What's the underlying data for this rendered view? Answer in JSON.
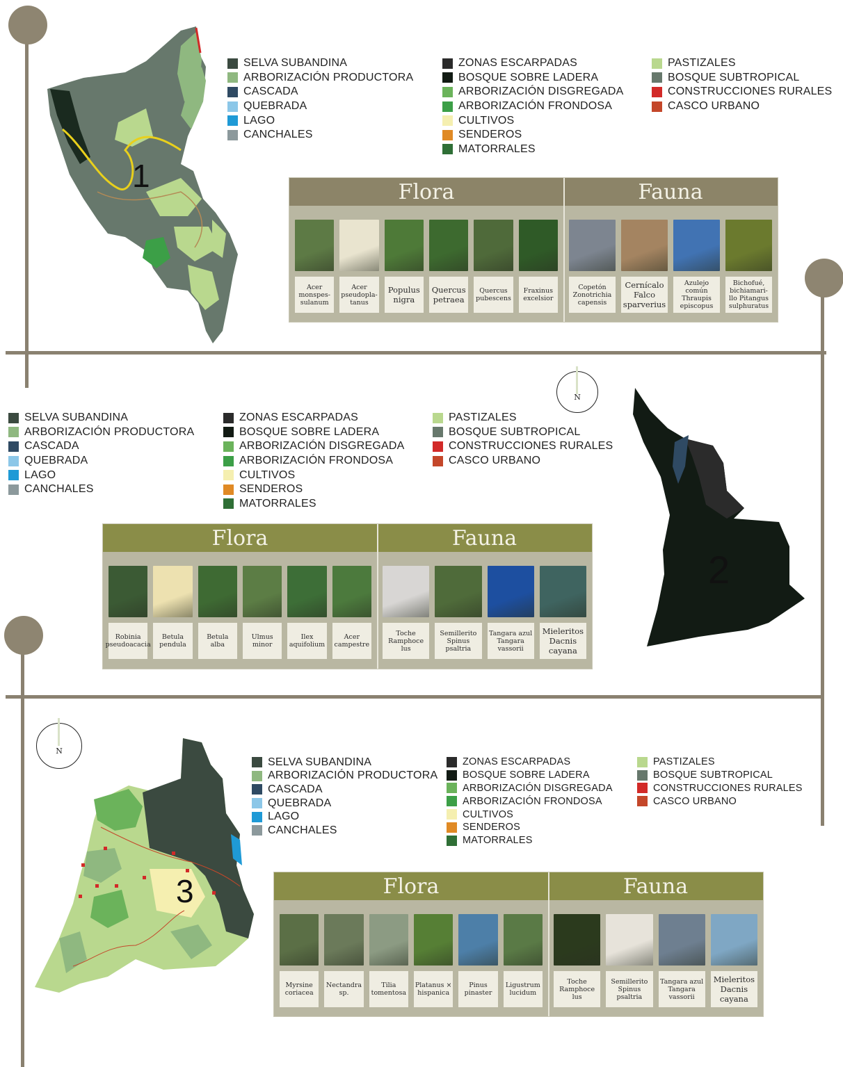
{
  "legend_colors": {
    "selva_subandina": "#3b4a40",
    "arborizacion_productora": "#8fb880",
    "cascada": "#2f4a63",
    "quebrada": "#8cc7e8",
    "lago": "#1f9ad6",
    "canchales": "#8c999c",
    "zonas_escarpadas": "#2b2b2b",
    "bosque_sobre_ladera": "#121b14",
    "arborizacion_disgregada": "#6bb35b",
    "arborizacion_frondosa": "#3c9f47",
    "cultivos": "#f5efb0",
    "senderos": "#e08a25",
    "matorrales": "#2f6f36",
    "pastizales": "#b9d88e",
    "bosque_subtropical": "#67786c",
    "construcciones_rurales": "#d22a28",
    "casco_urbano": "#c4472a"
  },
  "legend": {
    "col1": [
      "SELVA SUBANDINA",
      "ARBORIZACIÓN PRODUCTORA",
      "CASCADA",
      "QUEBRADA",
      "LAGO",
      "CANCHALES"
    ],
    "col2": [
      "ZONAS ESCARPADAS",
      "BOSQUE SOBRE LADERA",
      "ARBORIZACIÓN DISGREGADA",
      "ARBORIZACIÓN FRONDOSA",
      "CULTIVOS",
      "SENDEROS",
      "MATORRALES"
    ],
    "col3": [
      "PASTIZALES",
      "BOSQUE SUBTROPICAL",
      "CONSTRUCCIONES RURALES",
      "CASCO URBANO"
    ]
  },
  "headers": {
    "flora": "Flora",
    "fauna": "Fauna"
  },
  "compass_label": "N",
  "zones": [
    {
      "number": "1",
      "flora": [
        "Acer monspes-sulanum",
        "Acer pseudopla-tanus",
        "Populus nigra",
        "Quercus petraea",
        "Quercus pubescens",
        "Fraxinus excelsior"
      ],
      "fauna": [
        "Copetón Zonotrichia capensis",
        "Cernícalo Falco sparverius",
        "Azulejo común Thraupis episcopus",
        "Bichofué, bichiamari-llo Pitangus sulphuratus"
      ]
    },
    {
      "number": "2",
      "flora": [
        "Robinia pseudoacacia",
        "Betula pendula",
        "Betula alba",
        "Ulmus minor",
        "Ilex aquifolium",
        "Acer campestre"
      ],
      "fauna": [
        "Toche Ramphoce lus",
        "Semillerito Spinus psaltria",
        "Tangara azul Tangara vassorii",
        "Mieleritos Dacnis cayana"
      ]
    },
    {
      "number": "3",
      "flora": [
        "Myrsine coriacea",
        "Nectandra sp.",
        "Tilia tomentosa",
        "Platanus × hispanica",
        "Pinus pinaster",
        "Ligustrum lucidum"
      ],
      "fauna": [
        "Toche Ramphoce lus",
        "Semillerito Spinus psaltria",
        "Tangara azul Tangara vassorii",
        "Mieleritos Dacnis cayana"
      ]
    }
  ],
  "photo_colors": {
    "zone1_flora": [
      "#5d7a45",
      "#e9e4cf",
      "#4e7a38",
      "#3d6a2f",
      "#4f6a3a",
      "#2f5a27"
    ],
    "zone1_fauna": [
      "#7d8590",
      "#a48461",
      "#4173b3",
      "#6b7a2e"
    ],
    "zone2_flora": [
      "#3b5a34",
      "#ede1b0",
      "#3e6a33",
      "#5c7d45",
      "#3d6e37",
      "#4c7a3d"
    ],
    "zone2_fauna": [
      "#d8d6d4",
      "#4f6b3a",
      "#1d4fa0",
      "#3f6460"
    ],
    "zone3_flora": [
      "#5b6f46",
      "#6b7a5a",
      "#8c9b83",
      "#567f35",
      "#4d7fa8",
      "#5a7a46"
    ],
    "zone3_fauna": [
      "#2b3a1d",
      "#e7e3da",
      "#6e7f90",
      "#7fa7c4"
    ]
  }
}
